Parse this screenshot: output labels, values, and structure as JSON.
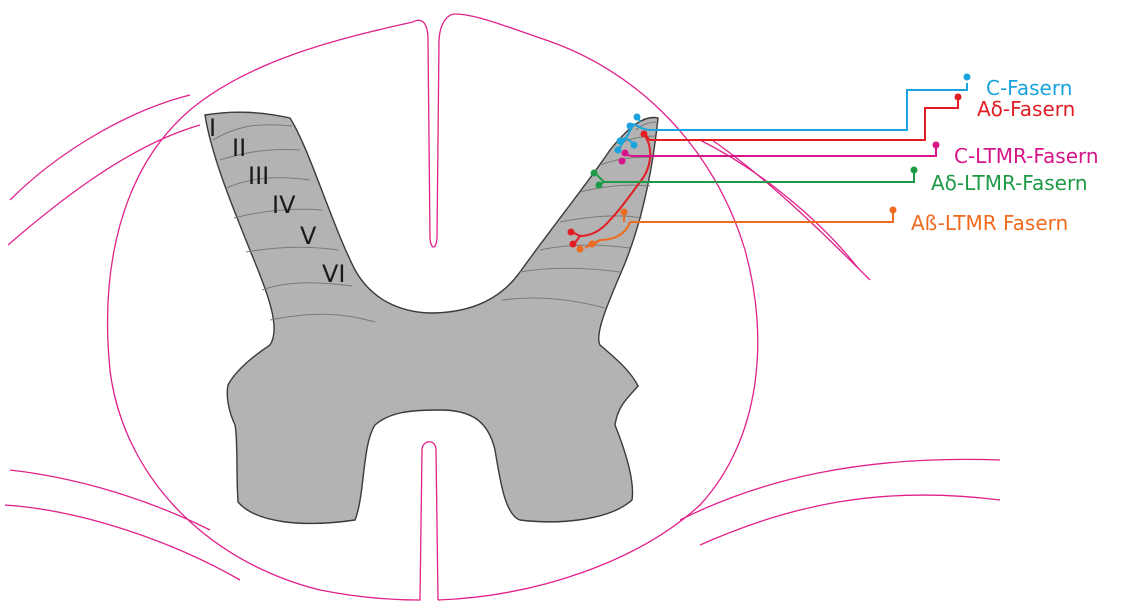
{
  "colors": {
    "outline": "#e0218a",
    "gray_matter": "#b3b3b3",
    "gray_matter_stroke": "#3a3a3a",
    "lamina_line": "#7a7a7a",
    "text": "#1a1a1a"
  },
  "laminae": [
    "I",
    "II",
    "III",
    "IV",
    "V",
    "VI"
  ],
  "fibers": [
    {
      "label": "C-Fasern",
      "color": "#1aa3dc"
    },
    {
      "label": "Aδ-Fasern",
      "color": "#e21d24"
    },
    {
      "label": "C-LTMR-Fasern",
      "color": "#d6158a"
    },
    {
      "label": "Aδ-LTMR-Fasern",
      "color": "#1f9a47"
    },
    {
      "label": "Aß-LTMR Fasern",
      "color": "#ee6b1f"
    }
  ]
}
